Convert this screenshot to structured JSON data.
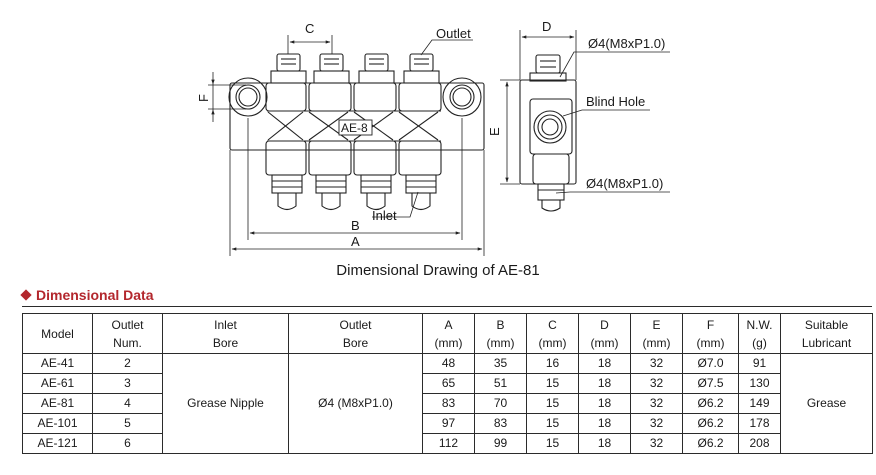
{
  "drawing": {
    "labels": {
      "c": "C",
      "outlet": "Outlet",
      "d": "D",
      "thread_top": "Ø4(M8xP1.0)",
      "f": "F",
      "model_tag": "AE-8",
      "blind_hole": "Blind Hole",
      "e": "E",
      "thread_bottom": "Ø4(M8xP1.0)",
      "inlet": "Inlet",
      "b": "B",
      "a": "A"
    },
    "caption": "Dimensional Drawing of AE-81"
  },
  "section_title": "Dimensional Data",
  "table": {
    "headers": {
      "model": "Model",
      "outlet_num": [
        "Outlet",
        "Num."
      ],
      "inlet_bore": [
        "Inlet",
        "Bore"
      ],
      "outlet_bore": [
        "Outlet",
        "Bore"
      ],
      "a": [
        "A",
        "(mm)"
      ],
      "b": [
        "B",
        "(mm)"
      ],
      "c": [
        "C",
        "(mm)"
      ],
      "d": [
        "D",
        "(mm)"
      ],
      "e": [
        "E",
        "(mm)"
      ],
      "f": [
        "F",
        "(mm)"
      ],
      "nw": [
        "N.W.",
        "(g)"
      ],
      "lubricant": [
        "Suitable",
        "Lubricant"
      ]
    },
    "shared": {
      "inlet_bore": "Grease Nipple",
      "outlet_bore": "Ø4 (M8xP1.0)",
      "lubricant": "Grease"
    },
    "rows": [
      {
        "model": "AE-41",
        "outlets": "2",
        "a": "48",
        "b": "35",
        "c": "16",
        "d": "18",
        "e": "32",
        "f": "Ø7.0",
        "nw": "91"
      },
      {
        "model": "AE-61",
        "outlets": "3",
        "a": "65",
        "b": "51",
        "c": "15",
        "d": "18",
        "e": "32",
        "f": "Ø7.5",
        "nw": "130"
      },
      {
        "model": "AE-81",
        "outlets": "4",
        "a": "83",
        "b": "70",
        "c": "15",
        "d": "18",
        "e": "32",
        "f": "Ø6.2",
        "nw": "149"
      },
      {
        "model": "AE-101",
        "outlets": "5",
        "a": "97",
        "b": "83",
        "c": "15",
        "d": "18",
        "e": "32",
        "f": "Ø6.2",
        "nw": "178"
      },
      {
        "model": "AE-121",
        "outlets": "6",
        "a": "112",
        "b": "99",
        "c": "15",
        "d": "18",
        "e": "32",
        "f": "Ø6.2",
        "nw": "208"
      }
    ]
  },
  "colors": {
    "title_accent": "#b3272d",
    "line": "#2b2b2b"
  }
}
